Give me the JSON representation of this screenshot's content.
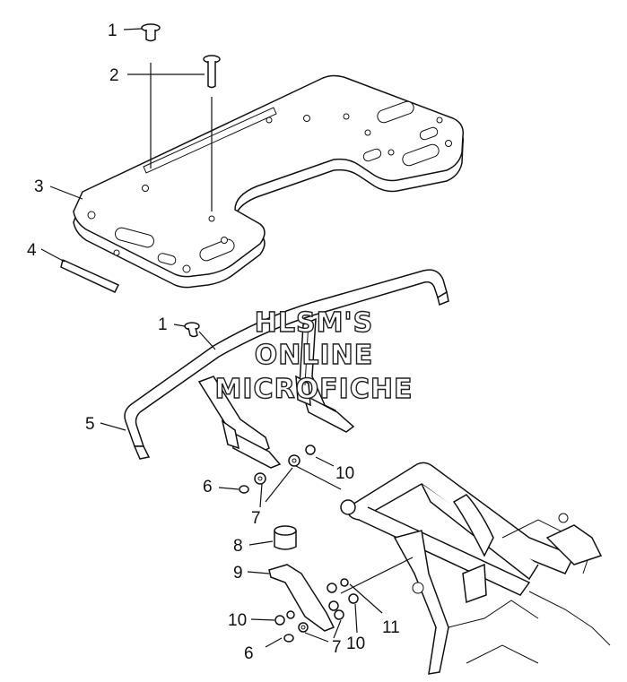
{
  "callouts": [
    {
      "id": "c1a",
      "text": "1"
    },
    {
      "id": "c2",
      "text": "2"
    },
    {
      "id": "c3",
      "text": "3"
    },
    {
      "id": "c4",
      "text": "4"
    },
    {
      "id": "c1b",
      "text": "1"
    },
    {
      "id": "c5",
      "text": "5"
    },
    {
      "id": "c10a",
      "text": "10"
    },
    {
      "id": "c6a",
      "text": "6"
    },
    {
      "id": "c7a",
      "text": "7"
    },
    {
      "id": "c8",
      "text": "8"
    },
    {
      "id": "c9",
      "text": "9"
    },
    {
      "id": "c10b",
      "text": "10"
    },
    {
      "id": "c11",
      "text": "11"
    },
    {
      "id": "c10c",
      "text": "10"
    },
    {
      "id": "c7b",
      "text": "7"
    },
    {
      "id": "c6b",
      "text": "6"
    }
  ],
  "watermark": {
    "line1": "HLSM'S",
    "line2": "ONLINE",
    "line3": "MICROFICHE"
  }
}
